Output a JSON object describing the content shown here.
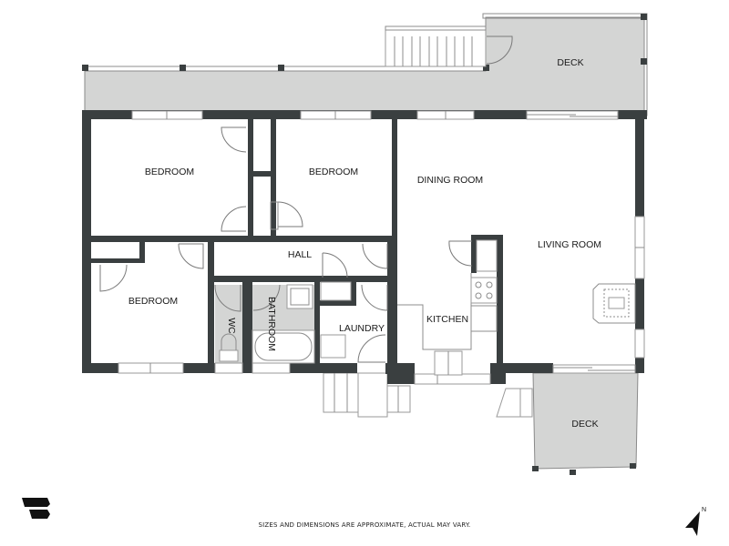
{
  "floor_plan": {
    "rooms": [
      {
        "id": "deck_top",
        "label": "DECK"
      },
      {
        "id": "bedroom_1",
        "label": "BEDROOM"
      },
      {
        "id": "bedroom_2",
        "label": "BEDROOM"
      },
      {
        "id": "bedroom_3",
        "label": "BEDROOM"
      },
      {
        "id": "hall",
        "label": "HALL"
      },
      {
        "id": "wc",
        "label": "WC"
      },
      {
        "id": "bathroom",
        "label": "BATHROOM"
      },
      {
        "id": "laundry",
        "label": "LAUNDRY"
      },
      {
        "id": "dining_room",
        "label": "DINING ROOM"
      },
      {
        "id": "living_room",
        "label": "LIVING ROOM"
      },
      {
        "id": "kitchen",
        "label": "KITCHEN"
      },
      {
        "id": "deck_bottom",
        "label": "DECK"
      }
    ],
    "colors": {
      "wall": "#3a3f40",
      "deck_fill": "#d4d5d4",
      "background": "#ffffff"
    }
  },
  "footer": {
    "disclaimer": "SIZES AND DIMENSIONS ARE APPROXIMATE, ACTUAL MAY VARY.",
    "compass_label": "N"
  }
}
